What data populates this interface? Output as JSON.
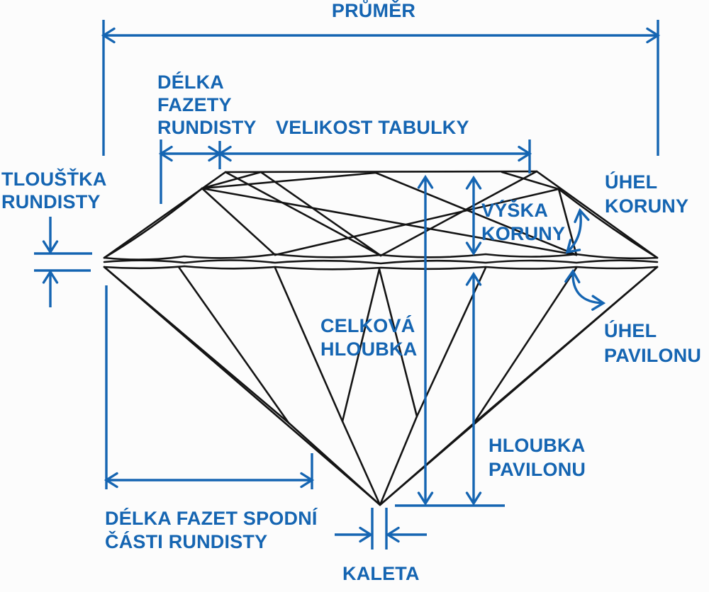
{
  "diagram": {
    "subject": "diamond-brilliant-cut-side-view-anatomy",
    "labels": {
      "prumer": "PRŮMĚR",
      "delka_fazety_rundisty": [
        "DÉLKA",
        "FAZETY",
        "RUNDISTY"
      ],
      "velikost_tabulky": "VELIKOST TABULKY",
      "tloustka_rundisty": [
        "TLOUŠŤKA",
        "RUNDISTY"
      ],
      "uhel_koruny": [
        "ÚHEL",
        "KORUNY"
      ],
      "vyska_koruny": [
        "VÝŠKA",
        "KORUNY"
      ],
      "celkova_hloubka": [
        "CELKOVÁ",
        "HLOUBKA"
      ],
      "uhel_pavilonu": [
        "ÚHEL",
        "PAVILONU"
      ],
      "hloubka_pavilonu": [
        "HLOUBKA",
        "PAVILONU"
      ],
      "delka_fazet_spodni_casti_rundisty": [
        "DÉLKA FAZET SPODNÍ",
        "ČÁSTI RUNDISTY"
      ],
      "kaleta": "KALETA"
    }
  },
  "colors": {
    "annotation_blue": "#1565B2",
    "line_black": "#141414",
    "background": "#FCFCFC"
  }
}
